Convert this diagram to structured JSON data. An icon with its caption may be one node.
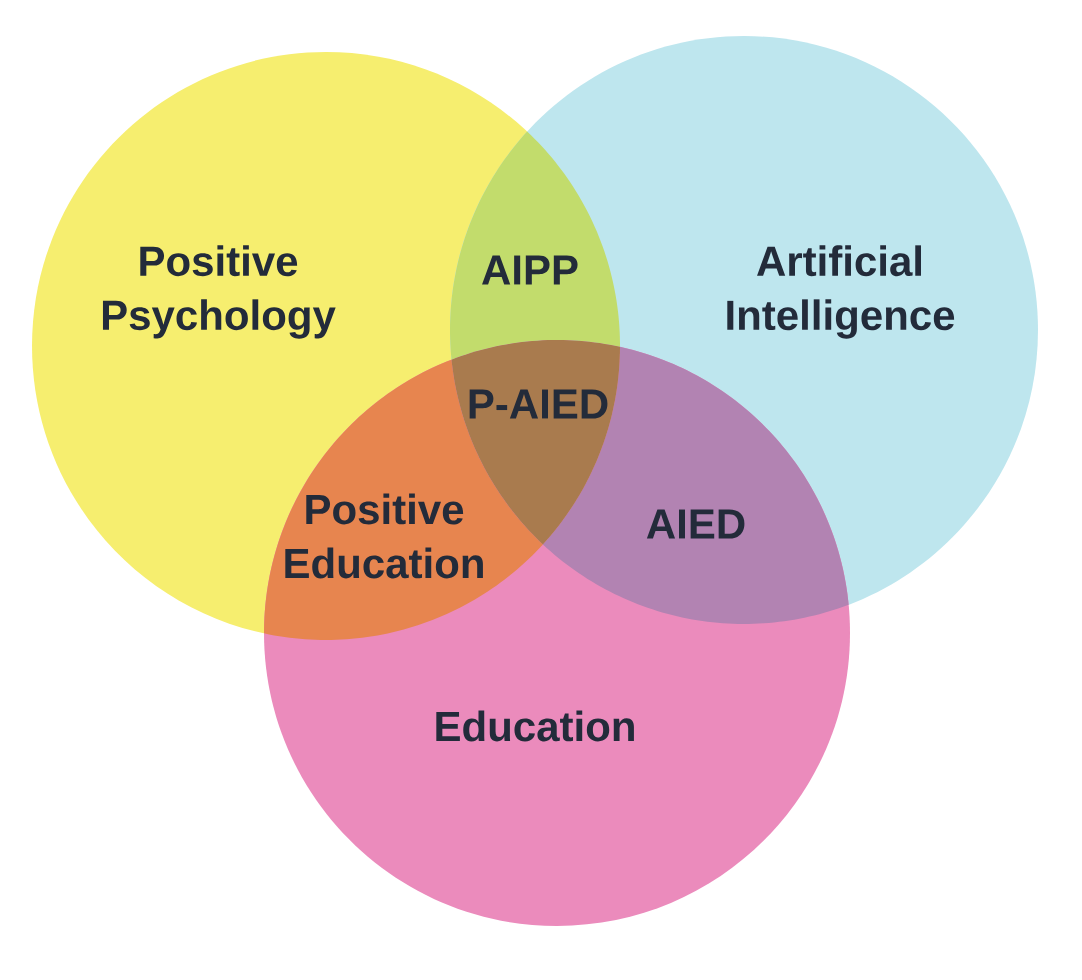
{
  "diagram": {
    "nodes": [
      {
        "text": [
          "Positive Psychology"
        ]
      },
      {
        "text": [
          "AIPP"
        ]
      },
      {
        "text": [
          "Artificial Intelligence"
        ]
      },
      {
        "text": [
          "P-AIED"
        ]
      },
      {
        "text": [
          "Positive Education"
        ]
      },
      {
        "text": [
          "AIED"
        ]
      },
      {
        "text": [
          "Education"
        ]
      }
    ]
  }
}
